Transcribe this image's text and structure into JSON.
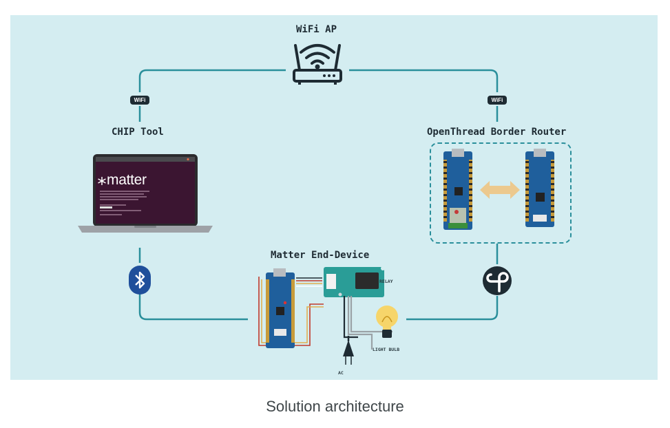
{
  "diagram": {
    "wifi_ap_label": "WiFi AP",
    "chip_tool_label": "CHIP Tool",
    "border_router_label": "OpenThread Border Router",
    "end_device_label": "Matter End-Device",
    "wifi_badge_text": "WiFi",
    "laptop_screen_logo": "matter",
    "relay_label": "RELAY",
    "light_bulb_label": "LIGHT BULB",
    "ac_label": "AC",
    "colors": {
      "background": "#d4edf1",
      "link_line": "#2a8f9b",
      "bluetooth": "#1f4f9b",
      "thread": "#1e2b33",
      "bidirectional_arrow": "#ecc98e"
    }
  },
  "caption": "Solution architecture"
}
